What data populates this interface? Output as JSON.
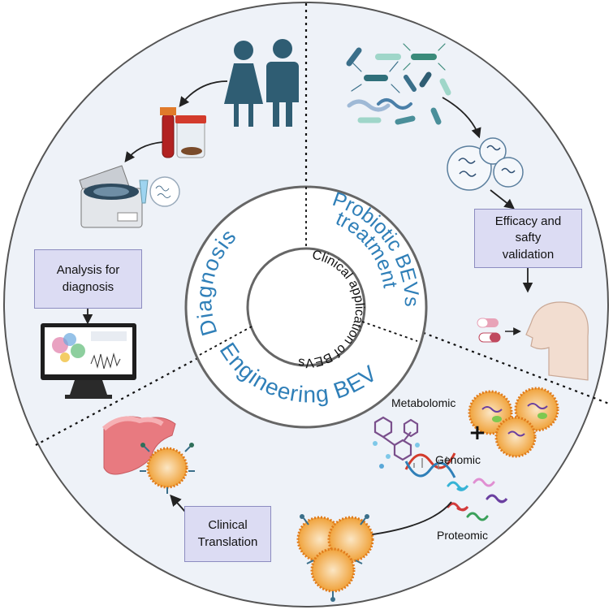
{
  "center": {
    "inner_text": "Clinical application of BEVs",
    "segment_diagnosis": "Diagnosis",
    "segment_treatment_line1": "Probiotic BEVs",
    "segment_treatment_line2": "treatment",
    "segment_engineering": "Engineering BEVs"
  },
  "boxes": {
    "analysis": "Analysis for\ndiagnosis",
    "efficacy": "Efficacy and\nsafty\nvalidation",
    "clinical": "Clinical\nTranslation"
  },
  "labels": {
    "metabolomic": "Metabolomic",
    "genomic": "Genomic",
    "proteomic": "Proteomic",
    "plus": "+"
  },
  "colors": {
    "accent_blue": "#2f7fb8",
    "panel_bg": "#eef2f8",
    "box_fill": "#dcdcf3",
    "box_border": "#8c8cc0",
    "person": "#2f5d73",
    "vesicle": "#f0a23a"
  }
}
